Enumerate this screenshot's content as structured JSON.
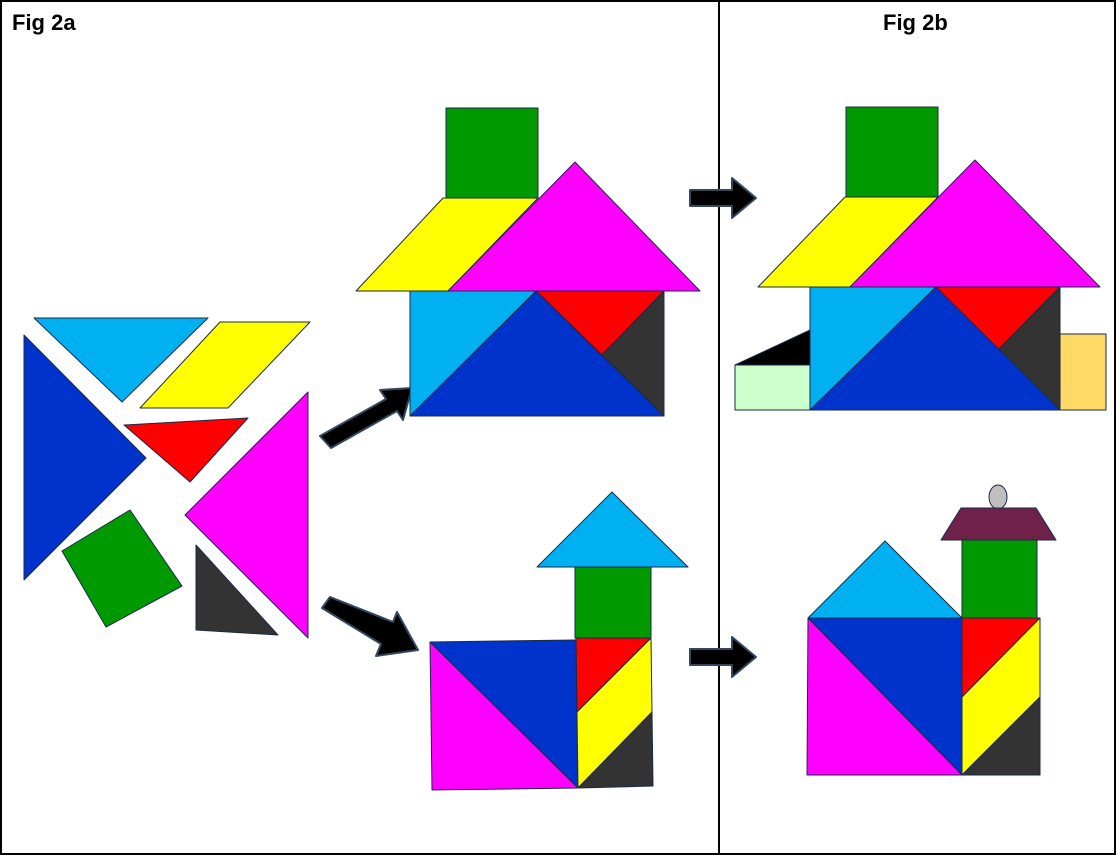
{
  "figure": {
    "panel_a_label": "Fig 2a",
    "panel_b_label": "Fig 2b"
  },
  "colors": {
    "cyan": "#00B0F0",
    "yellow": "#FFFF00",
    "blue": "#0033CC",
    "red": "#FF0000",
    "magenta": "#FF00FF",
    "green": "#009900",
    "dark_gray": "#333333",
    "light_green": "#CCFFCC",
    "light_orange": "#FFD966",
    "maroon": "#70214A",
    "light_gray": "#BFBFBF",
    "black": "#000000"
  },
  "pieces": {
    "tangram_set": [
      "cyan-triangle",
      "yellow-parallelogram",
      "blue-large-triangle",
      "red-small-triangle",
      "magenta-large-triangle",
      "green-square",
      "gray-small-triangle"
    ]
  }
}
